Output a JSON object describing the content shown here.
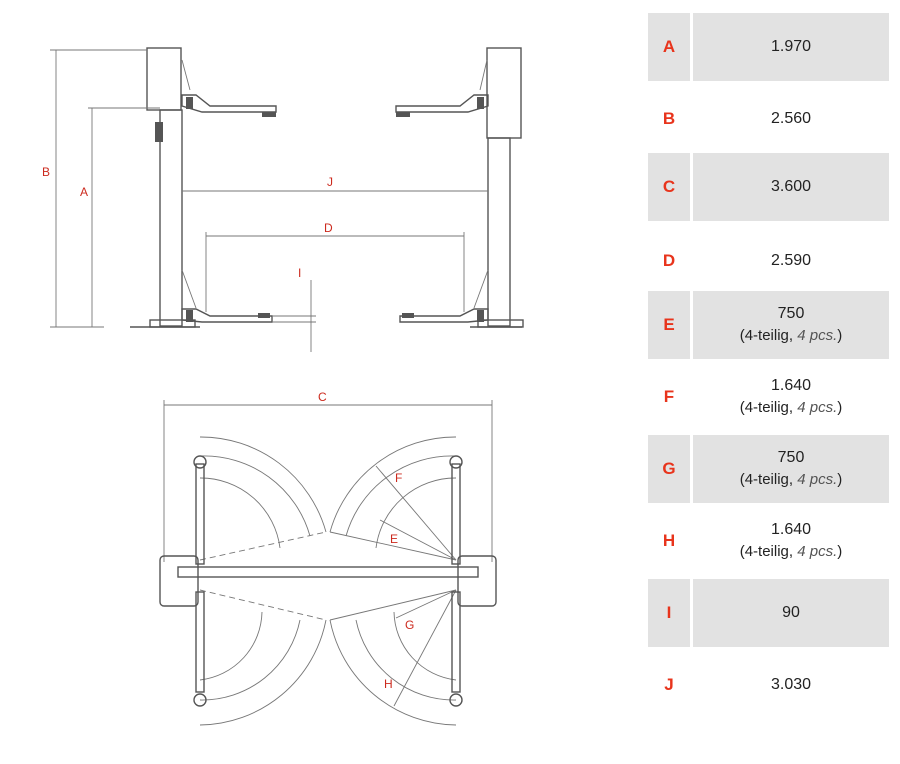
{
  "labels": {
    "A": "A",
    "B": "B",
    "C": "C",
    "D": "D",
    "E": "E",
    "F": "F",
    "G": "G",
    "H": "H",
    "I": "I",
    "J": "J"
  },
  "table": {
    "rows": [
      {
        "letter": "A",
        "value": "1.970",
        "note_pre": "",
        "note_em": "",
        "note_post": "",
        "shaded": true
      },
      {
        "letter": "B",
        "value": "2.560",
        "note_pre": "",
        "note_em": "",
        "note_post": "",
        "shaded": false
      },
      {
        "letter": "C",
        "value": "3.600",
        "note_pre": "",
        "note_em": "",
        "note_post": "",
        "shaded": true
      },
      {
        "letter": "D",
        "value": "2.590",
        "note_pre": "",
        "note_em": "",
        "note_post": "",
        "shaded": false
      },
      {
        "letter": "E",
        "value": "750",
        "note_pre": "(4-teilig, ",
        "note_em": "4 pcs.",
        "note_post": ")",
        "shaded": true
      },
      {
        "letter": "F",
        "value": "1.640",
        "note_pre": "(4-teilig, ",
        "note_em": "4 pcs.",
        "note_post": ")",
        "shaded": false
      },
      {
        "letter": "G",
        "value": "750",
        "note_pre": "(4-teilig, ",
        "note_em": "4 pcs.",
        "note_post": ")",
        "shaded": true
      },
      {
        "letter": "H",
        "value": "1.640",
        "note_pre": "(4-teilig, ",
        "note_em": "4 pcs.",
        "note_post": ")",
        "shaded": false
      },
      {
        "letter": "I",
        "value": "90",
        "note_pre": "",
        "note_em": "",
        "note_post": "",
        "shaded": true
      },
      {
        "letter": "J",
        "value": "3.030",
        "note_pre": "",
        "note_em": "",
        "note_post": "",
        "shaded": false
      }
    ]
  },
  "colors": {
    "letter": "#e8341c",
    "shade": "#e2e2e2",
    "line": "#555555"
  }
}
